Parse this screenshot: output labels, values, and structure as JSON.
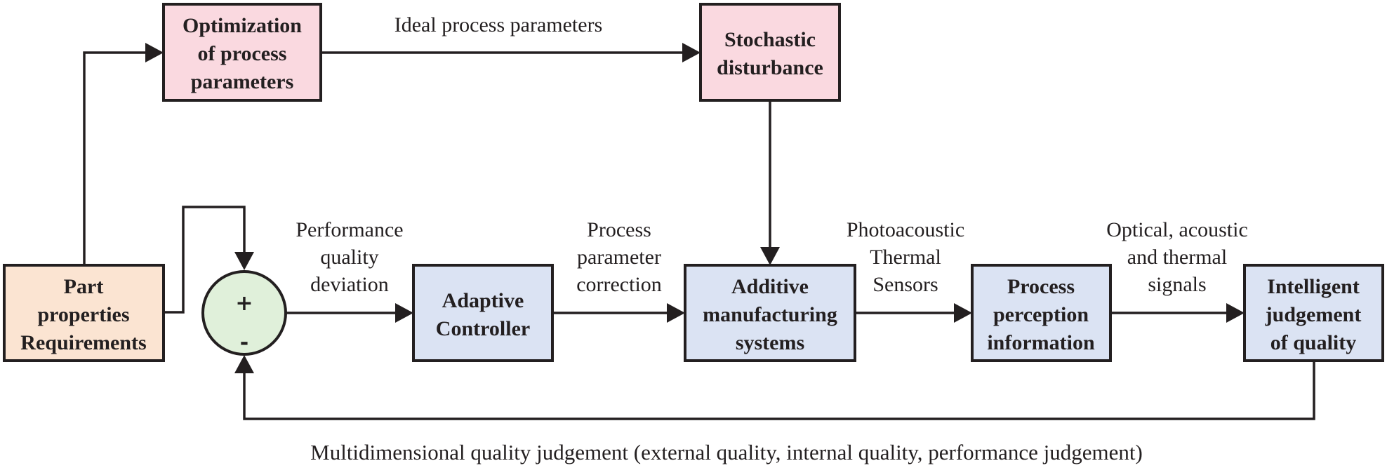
{
  "diagram": {
    "colors": {
      "input": "#fbe4d2",
      "disturbance": "#fad9e0",
      "process": "#dbe3f3",
      "summing": "#e0f0da",
      "stroke": "#231f20"
    },
    "nodes": {
      "part_requirements": {
        "lines": [
          "Part",
          "properties",
          "Requirements"
        ],
        "category": "input"
      },
      "optimization": {
        "lines": [
          "Optimization",
          "of process",
          "parameters"
        ],
        "category": "disturbance"
      },
      "stochastic": {
        "lines": [
          "Stochastic",
          "disturbance"
        ],
        "category": "disturbance"
      },
      "adaptive_controller": {
        "lines": [
          "Adaptive",
          "Controller"
        ],
        "category": "process"
      },
      "additive_manufacturing": {
        "lines": [
          "Additive",
          "manufacturing",
          "systems"
        ],
        "category": "process"
      },
      "process_perception": {
        "lines": [
          "Process",
          "perception",
          "information"
        ],
        "category": "process"
      },
      "intelligent_judgement": {
        "lines": [
          "Intelligent",
          "judgement",
          "of quality"
        ],
        "category": "process"
      },
      "summing_junction": {
        "plus": "+",
        "minus": "-",
        "category": "summing"
      }
    },
    "edges": {
      "ideal_params": {
        "from": "optimization",
        "to": "stochastic",
        "label": [
          "Ideal process parameters"
        ]
      },
      "deviation": {
        "from": "summing_junction",
        "to": "adaptive_controller",
        "label": [
          "Performance",
          "quality",
          "deviation"
        ]
      },
      "correction": {
        "from": "adaptive_controller",
        "to": "additive_manufacturing",
        "label": [
          "Process",
          "parameter",
          "correction"
        ]
      },
      "sensors": {
        "from": "additive_manufacturing",
        "to": "process_perception",
        "label": [
          "Photoacoustic",
          "Thermal",
          "Sensors"
        ]
      },
      "signals": {
        "from": "process_perception",
        "to": "intelligent_judgement",
        "label": [
          "Optical, acoustic",
          "and thermal",
          "signals"
        ]
      },
      "feedback": {
        "from": "intelligent_judgement",
        "to": "summing_junction",
        "label": [
          "Multidimensional quality judgement (external quality, internal quality, performance judgement)"
        ]
      },
      "requirements_to_optimization": {
        "from": "part_requirements",
        "to": "optimization"
      },
      "requirements_to_sum": {
        "from": "part_requirements",
        "to": "summing_junction"
      },
      "disturbance_to_am": {
        "from": "stochastic",
        "to": "additive_manufacturing"
      }
    }
  }
}
